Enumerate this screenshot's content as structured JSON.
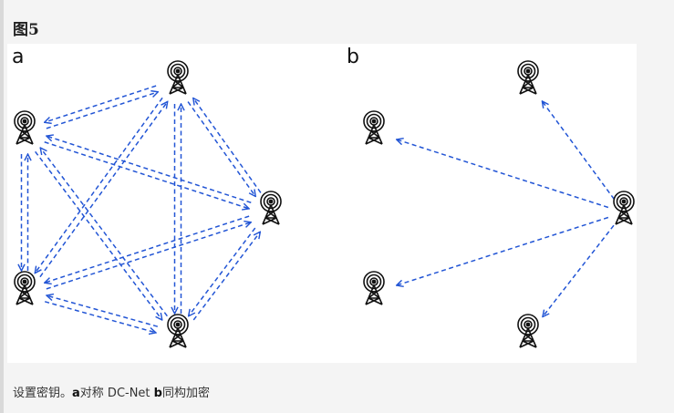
{
  "figure": {
    "title": "图5",
    "panels": [
      {
        "label": "a",
        "mode": "all-pairs-bidirectional",
        "nodes": 5
      },
      {
        "label": "b",
        "mode": "hub-broadcast",
        "nodes": 5,
        "hub": 2
      }
    ]
  },
  "caption": {
    "prefix": "设置密钥。",
    "a_label": "a",
    "a_text": "对称 DC-Net ",
    "b_label": "b",
    "b_text": "同构加密"
  },
  "colors": {
    "arrow": "#2255d5",
    "tower": "#111111"
  },
  "icons": {
    "node": "radio-tower-icon"
  }
}
